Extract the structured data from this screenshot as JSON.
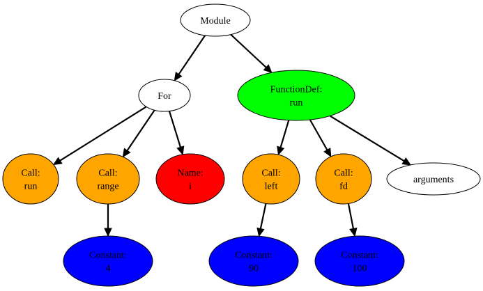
{
  "colors": {
    "white": "#ffffff",
    "green": "#00ff00",
    "orange": "#ffa500",
    "red": "#ff0000",
    "blue": "#0000ff"
  },
  "nodes": [
    {
      "id": "module",
      "lines": [
        "Module"
      ],
      "color": "white"
    },
    {
      "id": "for",
      "lines": [
        "For"
      ],
      "color": "white"
    },
    {
      "id": "functiondef",
      "lines": [
        "FunctionDef:",
        "run"
      ],
      "color": "green"
    },
    {
      "id": "call-run",
      "lines": [
        "Call:",
        "run"
      ],
      "color": "orange"
    },
    {
      "id": "call-range",
      "lines": [
        "Call:",
        "range"
      ],
      "color": "orange"
    },
    {
      "id": "name-i",
      "lines": [
        "Name:",
        "i"
      ],
      "color": "red"
    },
    {
      "id": "call-left",
      "lines": [
        "Call:",
        "left"
      ],
      "color": "orange"
    },
    {
      "id": "call-fd",
      "lines": [
        "Call:",
        "fd"
      ],
      "color": "orange"
    },
    {
      "id": "arguments",
      "lines": [
        "arguments"
      ],
      "color": "white"
    },
    {
      "id": "constant-4",
      "lines": [
        "Constant:",
        "4"
      ],
      "color": "blue"
    },
    {
      "id": "constant-90",
      "lines": [
        "Constant:",
        "90"
      ],
      "color": "blue"
    },
    {
      "id": "constant-100",
      "lines": [
        "Constant:",
        "100"
      ],
      "color": "blue"
    }
  ],
  "edges": [
    {
      "from": "module",
      "to": "for"
    },
    {
      "from": "module",
      "to": "functiondef"
    },
    {
      "from": "for",
      "to": "call-run"
    },
    {
      "from": "for",
      "to": "call-range"
    },
    {
      "from": "for",
      "to": "name-i"
    },
    {
      "from": "functiondef",
      "to": "call-left"
    },
    {
      "from": "functiondef",
      "to": "call-fd"
    },
    {
      "from": "functiondef",
      "to": "arguments"
    },
    {
      "from": "call-range",
      "to": "constant-4"
    },
    {
      "from": "call-left",
      "to": "constant-90"
    },
    {
      "from": "call-fd",
      "to": "constant-100"
    }
  ]
}
